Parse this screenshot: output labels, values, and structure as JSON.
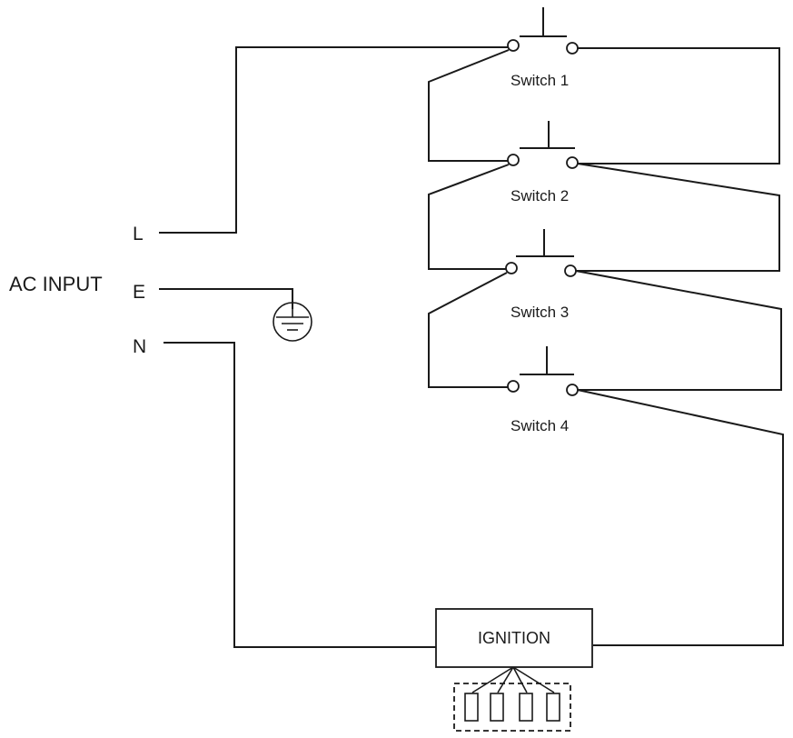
{
  "ac_input": {
    "label": "AC INPUT"
  },
  "terminals": [
    {
      "id": "line",
      "label": "L"
    },
    {
      "id": "earth",
      "label": "E"
    },
    {
      "id": "neutral",
      "label": "N"
    }
  ],
  "switches": [
    {
      "label": "Switch  1"
    },
    {
      "label": "Switch  2"
    },
    {
      "label": "Switch  3"
    },
    {
      "label": "Switch  4"
    }
  ],
  "ignition": {
    "label": "IGNITION"
  },
  "icons": {
    "ground": "ground-symbol-icon",
    "electrodes": "igniter-electrode-icon"
  },
  "colors": {
    "ink": "#1a1a1a",
    "background": "#ffffff"
  }
}
